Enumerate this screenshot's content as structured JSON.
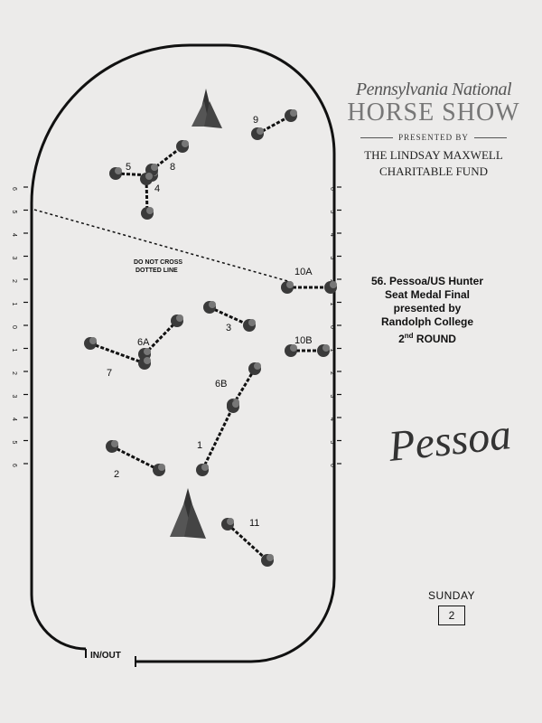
{
  "header": {
    "show_name_top": "Pennsylvania National",
    "show_name_main": "HORSE SHOW",
    "presented_by": "PRESENTED BY",
    "sponsor_line1": "THE LINDSAY MAXWELL",
    "sponsor_line2": "CHARITABLE FUND"
  },
  "class_info": {
    "line1": "56. Pessoa/US Hunter",
    "line2": "Seat Medal Final",
    "line3": "presented by",
    "line4": "Randolph College",
    "round_num": "2",
    "round_sup": "nd",
    "round_word": "ROUND"
  },
  "sponsor_signature": "Pessoa",
  "schedule": {
    "day": "SUNDAY",
    "number": "2"
  },
  "course": {
    "gate_label": "IN/OUT",
    "warning_line1": "DO NOT CROSS",
    "warning_line2": "DOTTED LINE",
    "fence_labels": [
      "1",
      "2",
      "3",
      "4",
      "5",
      "6A",
      "6B",
      "7",
      "8",
      "9",
      "10A",
      "10B",
      "11"
    ],
    "scale_left": [
      "6",
      "5",
      "4",
      "3",
      "2",
      "1",
      "0",
      "1",
      "2",
      "3",
      "4",
      "5",
      "6"
    ],
    "scale_right": [
      "6",
      "5",
      "4",
      "3",
      "2",
      "1",
      "0",
      "1",
      "2",
      "3",
      "4",
      "5",
      "6"
    ]
  }
}
